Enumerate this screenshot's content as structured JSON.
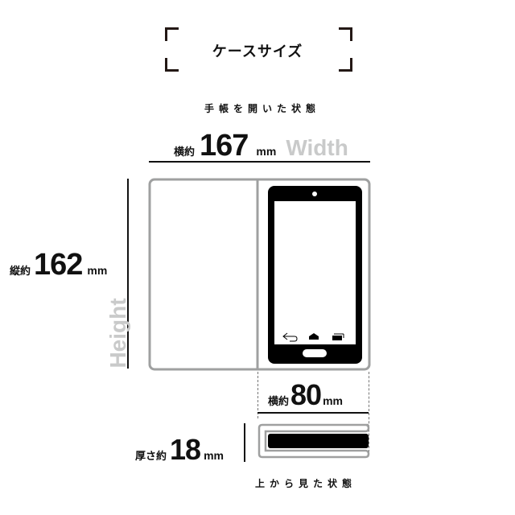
{
  "header": {
    "title": "ケースサイズ"
  },
  "open_view": {
    "caption": "手帳を開いた状態",
    "width": {
      "prefix": "横約",
      "value": "167",
      "unit": "mm",
      "label": "Width"
    },
    "height": {
      "prefix": "縦約",
      "value": "162",
      "unit": "mm",
      "label": "Height"
    },
    "inner_width": {
      "prefix": "横約",
      "value": "80",
      "unit": "mm"
    }
  },
  "top_view": {
    "caption": "上から見た状態",
    "thickness": {
      "prefix": "厚さ約",
      "value": "18",
      "unit": "mm"
    }
  },
  "colors": {
    "frame_bracket": "#231815",
    "case_outline": "#9fa0a0",
    "ghost_label": "#c9caca",
    "phone": "#000000"
  }
}
